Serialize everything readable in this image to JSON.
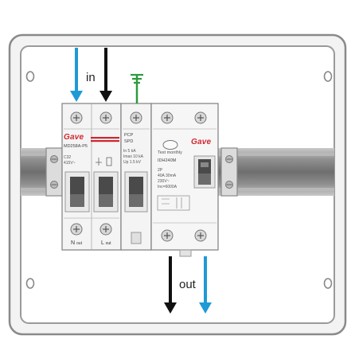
{
  "labels": {
    "in": "in",
    "out": "out"
  },
  "mcb": {
    "brand": "Gave",
    "model": "MD258A-P5",
    "rating": "C32",
    "voltage": "415V~",
    "terminal_n": "N",
    "terminal_n_sub": "out",
    "terminal_l": "L",
    "terminal_l_sub": "out"
  },
  "spd": {
    "line1": "PCP",
    "line2": "SPD",
    "spec1": "In 5 kA",
    "spec2": "Imax 10 kA",
    "spec3": "Up 1.5 kV"
  },
  "rcd": {
    "brand": "Gave",
    "test_text": "Test monthly",
    "model": "IDH240M",
    "spec1": "2P",
    "spec2": "40A 30mA",
    "spec3": "230V~",
    "spec4": "Inc=6000A"
  },
  "colors": {
    "wire_neutral": "#1e9ad6",
    "wire_live": "#111111",
    "earth": "#2e9a3c",
    "brand_red": "#d0262e",
    "enclosure_stroke": "#8a8a8a",
    "enclosure_fill": "#f3f3f3",
    "rail": "#9a9a9a"
  }
}
